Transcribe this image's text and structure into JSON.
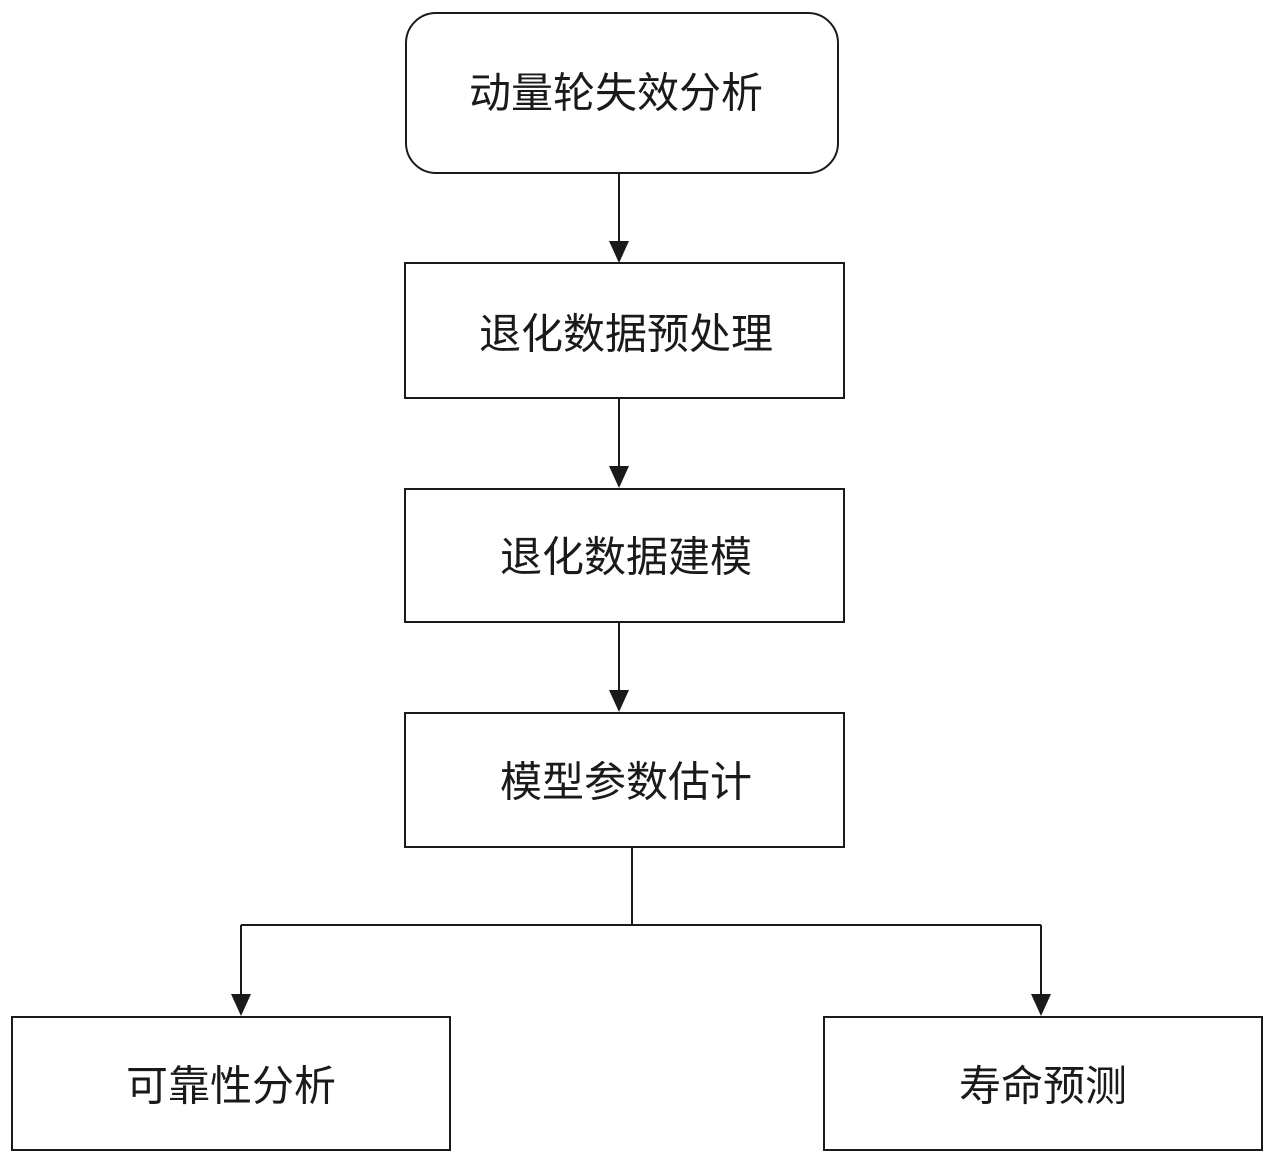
{
  "diagram": {
    "nodes": {
      "failure_analysis": "动量轮失效分析",
      "preprocessing": "退化数据预处理",
      "modeling": "退化数据建模",
      "parameter_estimation": "模型参数估计",
      "reliability_analysis": "可靠性分析",
      "life_prediction": "寿命预测"
    },
    "edges": [
      [
        "failure_analysis",
        "preprocessing"
      ],
      [
        "preprocessing",
        "modeling"
      ],
      [
        "modeling",
        "parameter_estimation"
      ],
      [
        "parameter_estimation",
        "reliability_analysis"
      ],
      [
        "parameter_estimation",
        "life_prediction"
      ]
    ],
    "colors": {
      "stroke": "#1a1a1a",
      "fill": "#ffffff"
    }
  }
}
